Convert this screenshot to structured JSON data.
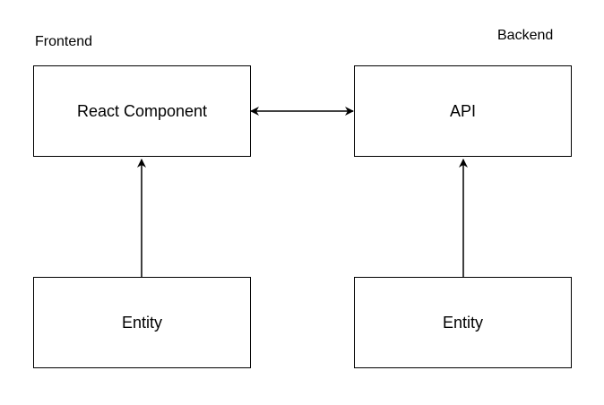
{
  "diagram": {
    "groups": {
      "frontend": {
        "label": "Frontend"
      },
      "backend": {
        "label": "Backend"
      }
    },
    "nodes": {
      "react_component": {
        "label": "React Component"
      },
      "api": {
        "label": "API"
      },
      "frontend_entity": {
        "label": "Entity"
      },
      "backend_entity": {
        "label": "Entity"
      }
    },
    "edges": [
      {
        "from": "frontend_entity",
        "to": "react_component",
        "direction": "one-way"
      },
      {
        "from": "backend_entity",
        "to": "api",
        "direction": "one-way"
      },
      {
        "from": "react_component",
        "to": "api",
        "direction": "two-way"
      }
    ],
    "colors": {
      "stroke": "#000000",
      "fill": "#ffffff"
    }
  }
}
